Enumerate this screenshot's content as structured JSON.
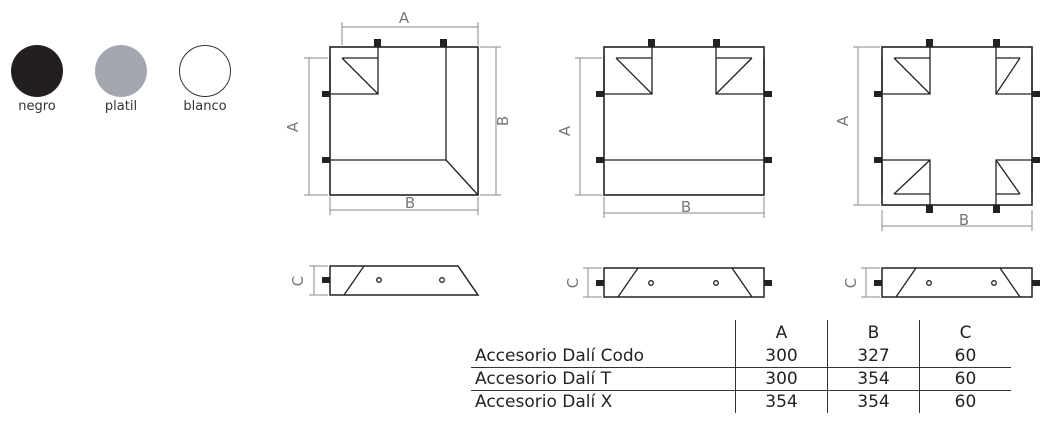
{
  "swatches": [
    {
      "label": "negro",
      "color": "#231f20"
    },
    {
      "label": "platil",
      "color": "#a3a8b0"
    },
    {
      "label": "blanco",
      "color": "#ffffff"
    }
  ],
  "dimension_labels": {
    "a": "A",
    "b": "B",
    "c": "C"
  },
  "table": {
    "headers": [
      "A",
      "B",
      "C"
    ],
    "rows": [
      {
        "name": "Accesorio Dalí Codo",
        "a": "300",
        "b": "327",
        "c": "60"
      },
      {
        "name": "Accesorio Dalí T",
        "a": "300",
        "b": "354",
        "c": "60"
      },
      {
        "name": "Accesorio Dalí X",
        "a": "354",
        "b": "354",
        "c": "60"
      }
    ]
  }
}
